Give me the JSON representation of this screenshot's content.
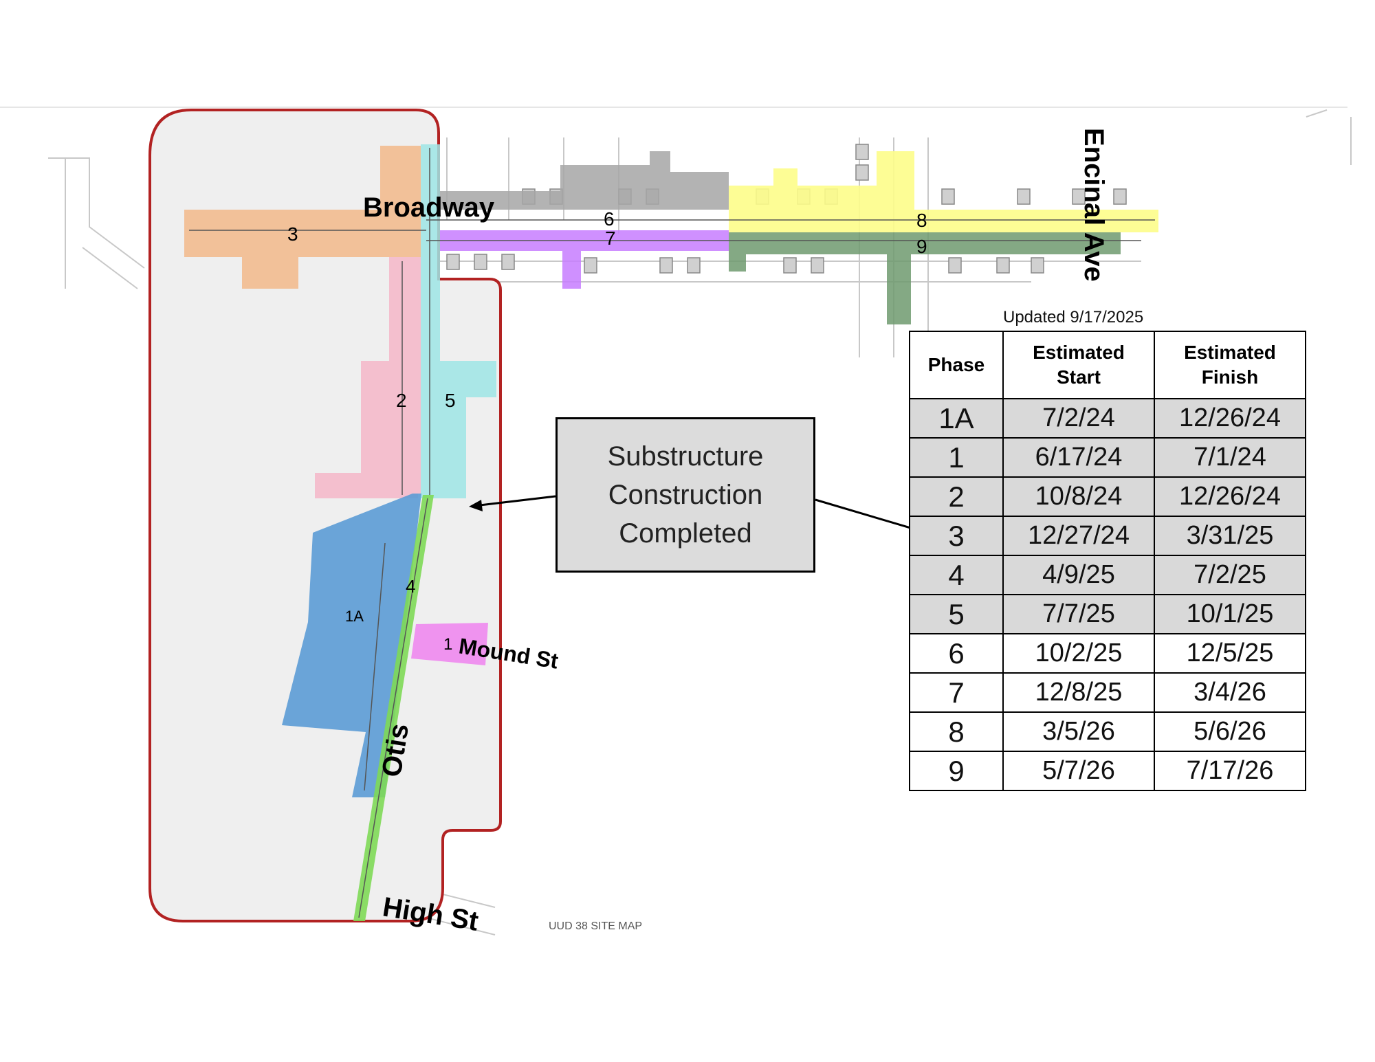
{
  "map": {
    "street_labels": {
      "broadway": "Broadway",
      "encinal": "Encinal Ave",
      "otis": "Otis",
      "mound": "Mound St",
      "high": "High St"
    },
    "phase_labels": [
      "1A",
      "1",
      "2",
      "3",
      "4",
      "5",
      "6",
      "7",
      "8",
      "9"
    ],
    "site_map_caption": "UUD 38 SITE MAP",
    "colors": {
      "phase_1A": "#5b9bd5",
      "phase_1": "#ee82ee",
      "phase_2": "#f4b6c8",
      "phase_3": "#f2b98a",
      "phase_4": "#7ed957",
      "phase_5": "#9ee5e5",
      "phase_6": "#a6a6a6",
      "phase_7": "#c77dff",
      "phase_8": "#fdfd8a",
      "phase_9": "#6f9a6f",
      "completed_boundary": "#b22222",
      "completed_fill": "#efefef"
    }
  },
  "callout": {
    "lines": [
      "Substructure",
      "Construction",
      "Completed"
    ]
  },
  "updated": "Updated 9/17/2025",
  "schedule": {
    "headers": {
      "phase": "Phase",
      "start_1": "Estimated",
      "start_2": "Start",
      "finish_1": "Estimated",
      "finish_2": "Finish"
    },
    "rows": [
      {
        "phase": "1A",
        "start": "7/2/24",
        "finish": "12/26/24"
      },
      {
        "phase": "1",
        "start": "6/17/24",
        "finish": "7/1/24"
      },
      {
        "phase": "2",
        "start": "10/8/24",
        "finish": "12/26/24"
      },
      {
        "phase": "3",
        "start": "12/27/24",
        "finish": "3/31/25"
      },
      {
        "phase": "4",
        "start": "4/9/25",
        "finish": "7/2/25"
      },
      {
        "phase": "5",
        "start": "7/7/25",
        "finish": "10/1/25"
      },
      {
        "phase": "6",
        "start": "10/2/25",
        "finish": "12/5/25"
      },
      {
        "phase": "7",
        "start": "12/8/25",
        "finish": "3/4/26"
      },
      {
        "phase": "8",
        "start": "3/5/26",
        "finish": "5/6/26"
      },
      {
        "phase": "9",
        "start": "5/7/26",
        "finish": "7/17/26"
      }
    ],
    "completed_rows": 6
  }
}
